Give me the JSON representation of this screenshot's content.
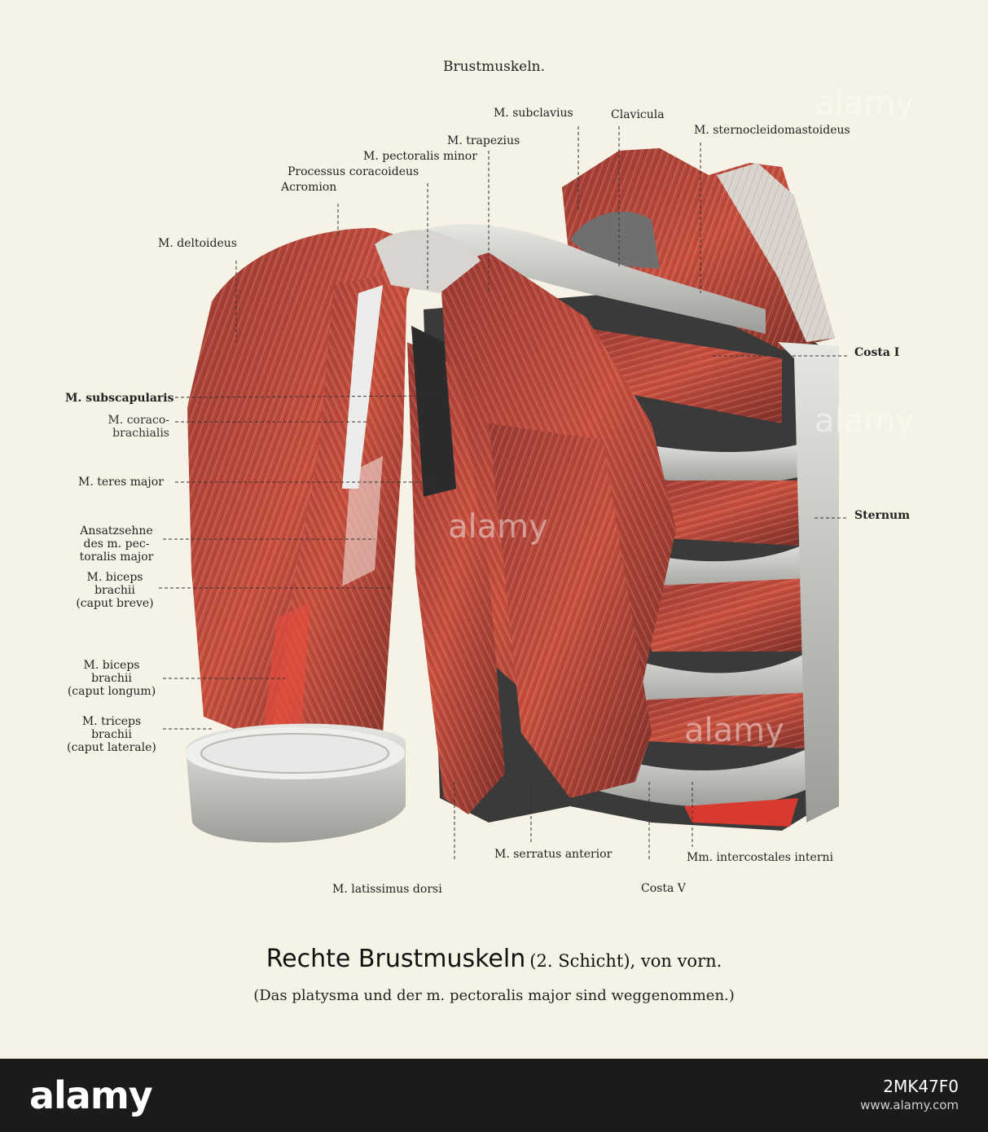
{
  "header": {
    "title": "Brustmuskeln."
  },
  "labels": {
    "subclavius": "M. subclavius",
    "clavicula": "Clavicula",
    "sternocleidomastoideus": "M. sternocleidomastoideus",
    "trapezius": "M. trapezius",
    "pectoralis_minor": "M. pectoralis minor",
    "processus_coracoideus": "Processus coracoideus",
    "acromion": "Acromion",
    "deltoideus": "M. deltoideus",
    "costa_1": "Costa I",
    "subscapularis": "M. subscapularis",
    "coracobrachialis_1": "M. coraco-",
    "coracobrachialis_2": "brachialis",
    "teres_major": "M. teres major",
    "sternum": "Sternum",
    "ansatzsehne_1": "Ansatzsehne",
    "ansatzsehne_2": "des m. pec-",
    "ansatzsehne_3": "toralis major",
    "biceps_breve_1": "M. biceps",
    "biceps_breve_2": "brachii",
    "biceps_breve_3": "(caput breve)",
    "biceps_longum_1": "M. biceps",
    "biceps_longum_2": "brachii",
    "biceps_longum_3": "(caput longum)",
    "triceps_1": "M. triceps",
    "triceps_2": "brachii",
    "triceps_3": "(caput laterale)",
    "serratus_anterior": "M. serratus anterior",
    "intercostales_interni": "Mm. intercostales interni",
    "latissimus_dorsi": "M. latissimus dorsi",
    "costa_5": "Costa V"
  },
  "caption": {
    "title_main": "Rechte Brustmuskeln",
    "title_layer": "(2. Schicht), von vorn.",
    "subtitle": "(Das platysma und der m. pectoralis major sind weggenommen.)"
  },
  "watermark": {
    "text": "alamy"
  },
  "footer": {
    "logo": "alamy",
    "image_id": "2MK47F0",
    "site": "www.alamy.com"
  },
  "colors": {
    "paper": "#f7f2e6",
    "muscle": "#b0443a",
    "muscle_highlight": "#e2503d",
    "bone": "#c9c9c6",
    "footer": "#1b1b1b"
  }
}
